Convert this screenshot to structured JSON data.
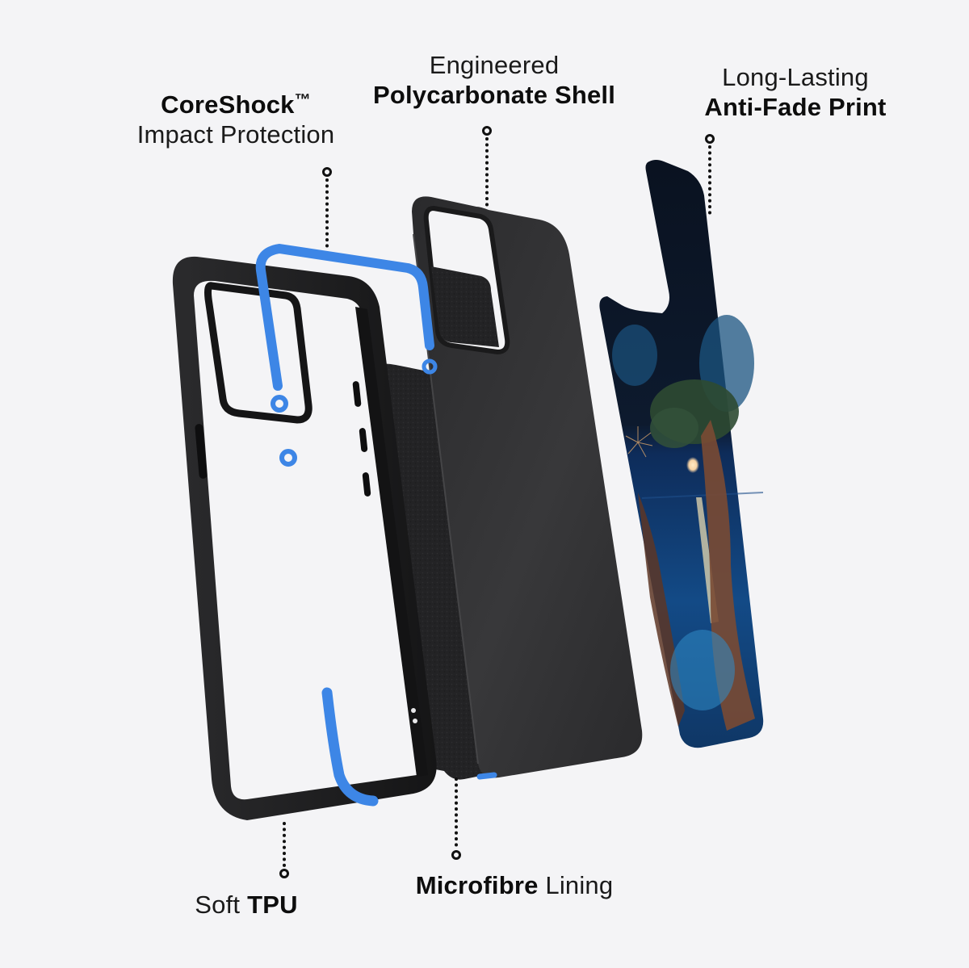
{
  "background_color": "#f4f4f6",
  "accent_color": "#3d86e6",
  "labels": {
    "coreshock": {
      "bold": "CoreShock",
      "trademark": "™",
      "light": "Impact Protection"
    },
    "polycarbonate": {
      "light": "Engineered",
      "bold": "Polycarbonate Shell"
    },
    "antifade": {
      "light": "Long-Lasting",
      "bold": "Anti-Fade Print"
    },
    "tpu": {
      "light": "Soft",
      "bold": "TPU"
    },
    "microfibre": {
      "bold": "Microfibre",
      "light": "Lining"
    }
  },
  "layers": [
    {
      "name": "Soft TPU bumper",
      "color": "#1c1c1e"
    },
    {
      "name": "CoreShock impact frame",
      "color": "#3d86e6"
    },
    {
      "name": "Microfibre lining",
      "color": "#222224"
    },
    {
      "name": "Polycarbonate shell",
      "color": "#2d2d2f"
    },
    {
      "name": "Anti-fade print",
      "color": "#0b1424"
    }
  ]
}
